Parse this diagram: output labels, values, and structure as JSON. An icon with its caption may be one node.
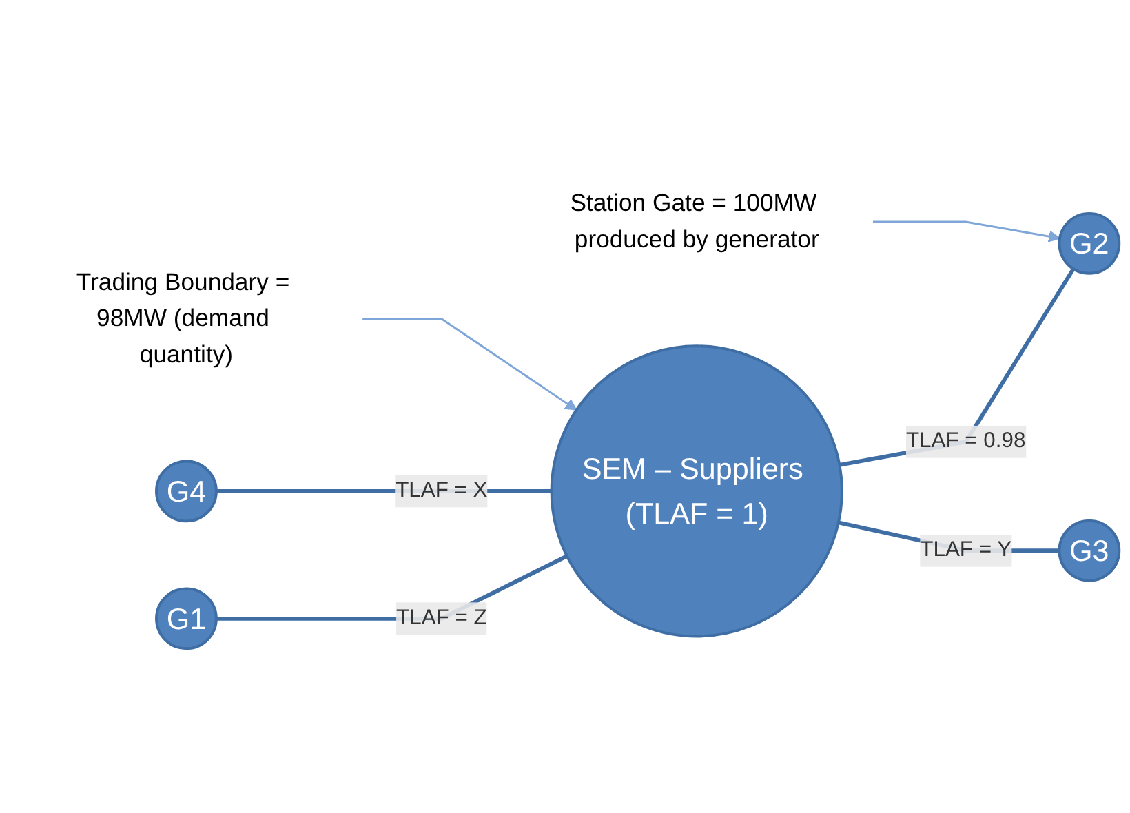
{
  "diagram": {
    "nodes": [
      {
        "text": [
          "G1"
        ]
      },
      {
        "text": [
          "Trading Boundary = 98MW (demand quantity)"
        ]
      },
      {
        "text": [
          "G4"
        ]
      },
      {
        "text": [
          "SEM – Suppliers (TLAF = 1)"
        ]
      },
      {
        "text": [
          "G2"
        ]
      },
      {
        "text": [
          "G3"
        ]
      },
      {
        "text": [
          "Station Gate = 100MW produced by generator"
        ]
      }
    ],
    "edges": [
      {
        "from": 0,
        "to": 3,
        "arrow": "none",
        "label": "TLAF = Z"
      },
      {
        "from": 2,
        "to": 3,
        "arrow": "none",
        "label": "TLAF = X"
      },
      {
        "from": 3,
        "to": 4,
        "arrow": "none",
        "label": "TLAF = 0.98"
      },
      {
        "from": 3,
        "to": 5,
        "arrow": "none",
        "label": "TLAF = Y"
      },
      {
        "from": 1,
        "to": 3,
        "arrow": "to",
        "color": "#7ea6d8"
      },
      {
        "from": 6,
        "to": 4,
        "arrow": "to",
        "color": "#7ea6d8"
      }
    ]
  }
}
